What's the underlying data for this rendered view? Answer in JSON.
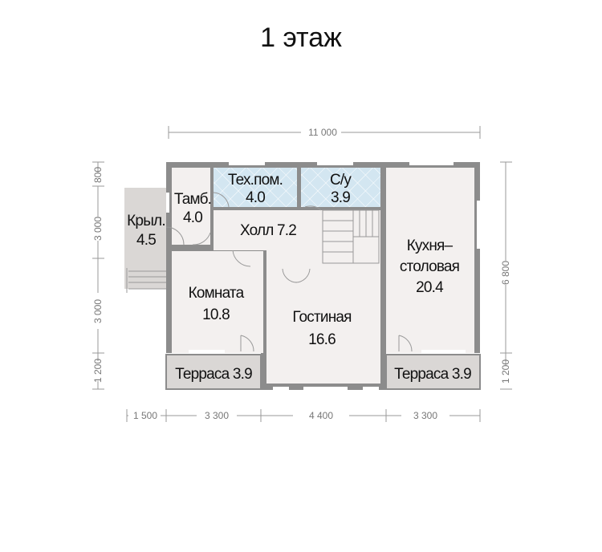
{
  "title": "1 этаж",
  "rooms": {
    "tech": {
      "name": "Тех.пом.",
      "area": "4.0"
    },
    "wc": {
      "name": "С/у",
      "area": "3.9"
    },
    "tambur": {
      "name": "Тамб.",
      "area": "4.0"
    },
    "porch": {
      "name": "Крыл.",
      "area": "4.5"
    },
    "hall": {
      "label": "Холл 7.2"
    },
    "kitchen": {
      "name1": "Кухня–",
      "name2": "столовая",
      "area": "20.4"
    },
    "room": {
      "name": "Комната",
      "area": "10.8"
    },
    "living": {
      "name": "Гостиная",
      "area": "16.6"
    },
    "terrace_left": {
      "label": "Терраса 3.9"
    },
    "terrace_right": {
      "label": "Терраса 3.9"
    }
  },
  "dimensions": {
    "top": "11 000",
    "left": [
      "800",
      "3 000",
      "3 000",
      "1 200"
    ],
    "right": [
      "6 800",
      "1 200"
    ],
    "bottom": [
      "1 500",
      "3 300",
      "4 400",
      "3 300"
    ]
  },
  "colors": {
    "wall": "#8c8c8c",
    "floor": "#f3f0ef",
    "wet": "#d3e6f1",
    "terrace": "#dad7d5"
  }
}
